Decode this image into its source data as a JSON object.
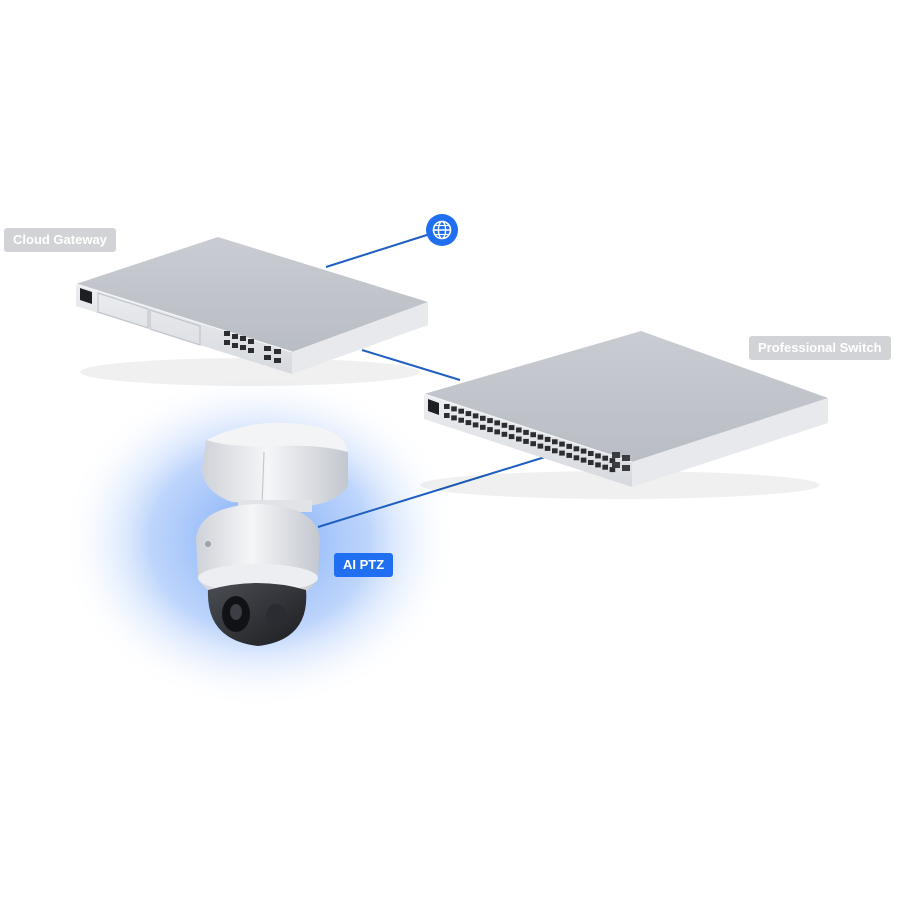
{
  "labels": {
    "cloud_gateway": "Cloud Gateway",
    "professional_switch": "Professional Switch",
    "ai_ptz": "AI PTZ"
  },
  "icons": {
    "internet": "globe-icon"
  },
  "colors": {
    "link": "#1f5fbf",
    "accent": "#1f6ff0",
    "label_bg": "#d2d3d6",
    "device_body": "#d9dbe0",
    "camera_glow": "#4f8df5"
  }
}
